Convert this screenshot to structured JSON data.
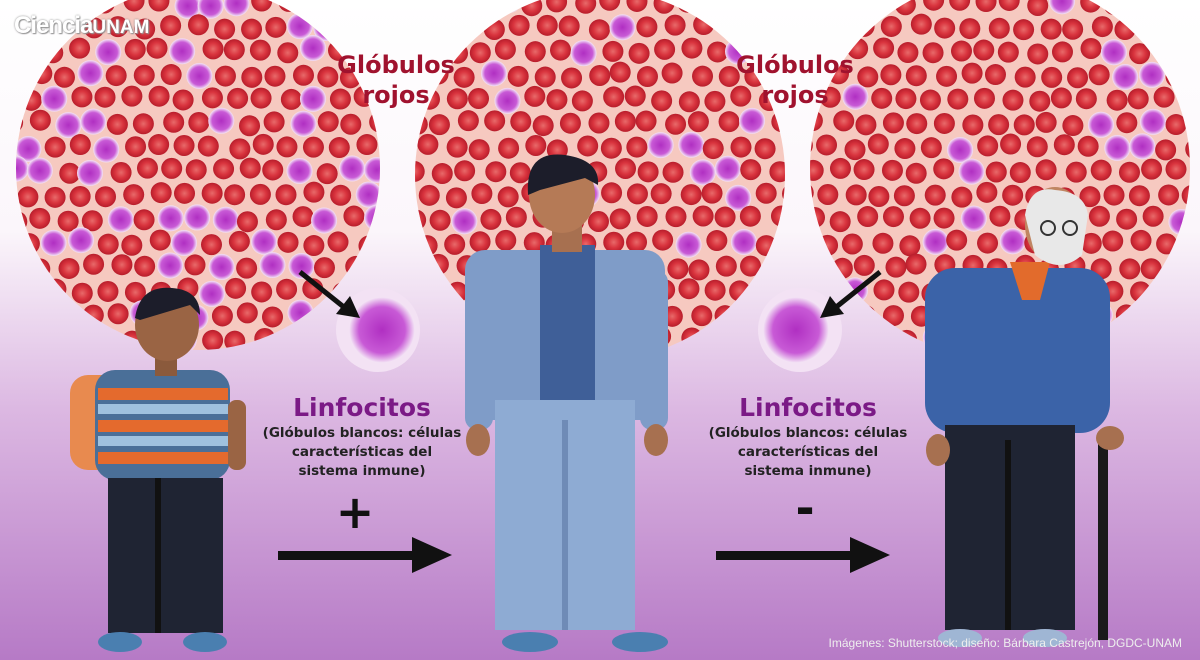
{
  "logo": {
    "ciencia": "Ciencia",
    "unam": "UNAM"
  },
  "labels": {
    "red_cells_1": [
      "Glóbulos",
      "rojos"
    ],
    "red_cells_2": [
      "Glóbulos",
      "rojos"
    ],
    "lymph_1": {
      "title": "Linfocitos",
      "desc": [
        "(Glóbulos blancos: células",
        "características del",
        "sistema inmune)"
      ],
      "sign": "+"
    },
    "lymph_2": {
      "title": "Linfocitos",
      "desc": [
        "(Glóbulos blancos: células",
        "características del",
        "sistema inmune)"
      ],
      "sign": "-"
    }
  },
  "credit": "Imágenes: Shutterstock; diseño: Bárbara Castrejón, DGDC-UNAM",
  "colors": {
    "red_cell": "#d6333f",
    "lymphocyte": "#b23ac4",
    "title_red": "#a0122e",
    "title_purple": "#7b1a86"
  }
}
